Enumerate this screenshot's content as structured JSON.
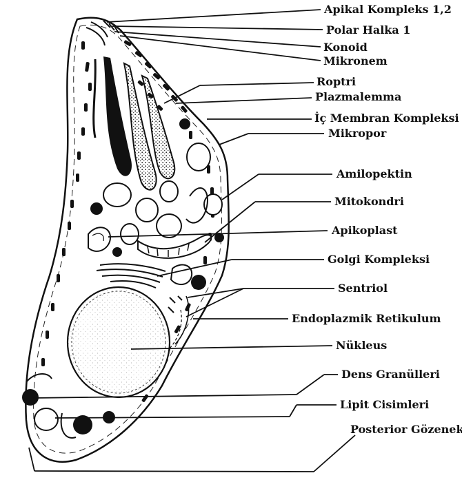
{
  "diagram": {
    "labels": {
      "apical_complex": "Apikal Kompleks 1,2",
      "polar_ring": "Polar Halka 1",
      "conoid": "Konoid",
      "micronemes": "Mikronem",
      "rhoptries": "Roptri",
      "plasmalemma": "Plazmalemma",
      "inner_membrane_complex": "İç Membran Kompleksi",
      "micropore": "Mikropor",
      "amylopectin": "Amilopektin",
      "mitochondrion": "Mitokondri",
      "apicoplast": "Apikoplast",
      "golgi_complex": "Golgi Kompleksi",
      "centriole": "Sentriol",
      "endoplasmic_reticulum": "Endoplazmik Retikulum",
      "nucleus": "Nükleus",
      "dense_granules": "Dens Granülleri",
      "lipid_bodies": "Lipit Cisimleri",
      "posterior_pore": "Posterior Gözenek"
    }
  }
}
